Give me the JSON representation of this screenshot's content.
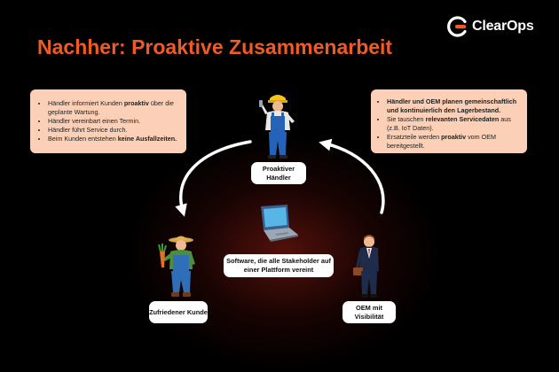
{
  "brand": {
    "name": "ClearOps",
    "accent": "#f05a24"
  },
  "title": "Nachher: Proaktive Zusammenarbeit",
  "notes": {
    "left": [
      {
        "pre": "Händler informiert Kunden ",
        "bold": "proaktiv",
        "post": " über die geplante Wartung."
      },
      {
        "pre": "Händler vereinbart einen Termin.",
        "bold": "",
        "post": ""
      },
      {
        "pre": "Händler führt Service durch.",
        "bold": "",
        "post": ""
      },
      {
        "pre": "Beim Kunden entstehen ",
        "bold": "keine Ausfallzeiten.",
        "post": ""
      }
    ],
    "right": [
      {
        "pre": "",
        "bold": "Händler und OEM planen gemeinschaftlich und kontinuierlich den Lagerbestand.",
        "post": ""
      },
      {
        "pre": "Sie tauschen ",
        "bold": "relevanten Servicedaten",
        "post": " aus (z.B. IoT Daten)."
      },
      {
        "pre": "Ersatzteile werden ",
        "bold": "proaktiv",
        "post": " vom OEM bereitgestellt."
      }
    ]
  },
  "nodes": {
    "dealer": "Proaktiver Händler",
    "software": "Software, die alle Stakeholder auf einer Plattform vereint",
    "customer": "Zufriedener Kunde",
    "oem": "OEM mit Visibilität"
  },
  "icons": [
    "clearops-logo-icon",
    "laptop-icon",
    "mechanic-icon",
    "farmer-icon",
    "businessman-icon",
    "arrow-icon"
  ]
}
